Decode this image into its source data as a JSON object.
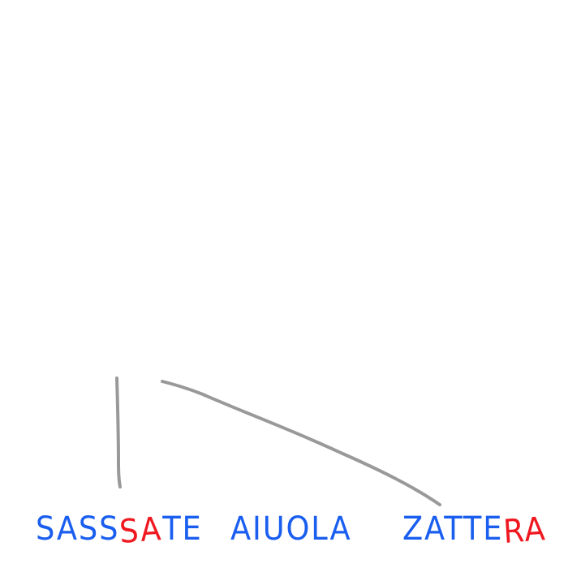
{
  "colors": {
    "ink_blue": "#1a5ef0",
    "ink_red": "#f01820",
    "stroke_gray": "#999999",
    "background": "#ffffff"
  },
  "words": [
    {
      "id": "word-1",
      "parts": [
        {
          "text": "SASS",
          "color": "ink_blue"
        },
        {
          "text": "SA",
          "color": "ink_red"
        },
        {
          "text": "TE",
          "color": "ink_blue"
        }
      ]
    },
    {
      "id": "word-2",
      "parts": [
        {
          "text": "AIUOLA",
          "color": "ink_blue"
        }
      ]
    },
    {
      "id": "word-3",
      "parts": [
        {
          "text": "ZATTE",
          "color": "ink_blue"
        },
        {
          "text": "RA",
          "color": "ink_red"
        }
      ]
    }
  ]
}
